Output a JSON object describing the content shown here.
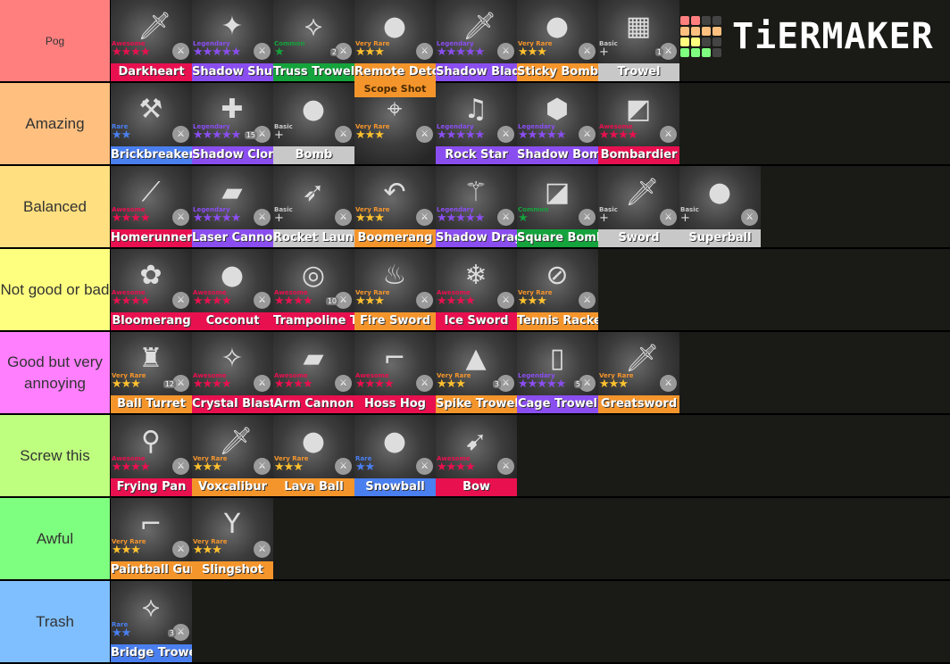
{
  "logo": {
    "text": "TiERMAKER",
    "grid_colors": [
      "#ff7f7f",
      "#ff7f7f",
      "#444",
      "#444",
      "#ffbf7f",
      "#ffbf7f",
      "#ffbf7f",
      "#ffbf7f",
      "#ffff7f",
      "#ffff7f",
      "#444",
      "#444",
      "#7fff7f",
      "#7fff7f",
      "#7fff7f",
      "#444"
    ]
  },
  "rarities": {
    "Awesome": {
      "color": "#e8104f",
      "stars": 4,
      "star": "★"
    },
    "Legendary": {
      "color": "#8a4ef0",
      "stars": 5,
      "star": "★"
    },
    "Very Rare": {
      "color": "#f4952c",
      "stars": 3,
      "star": "★"
    },
    "Rare": {
      "color": "#4a7ff0",
      "stars": 2,
      "star": "★"
    },
    "Common": {
      "color": "#14a33c",
      "stars": 1,
      "star": "★"
    },
    "Basic": {
      "color": "#c8c8c8",
      "stars": 1,
      "star": "+"
    }
  },
  "tiers": [
    {
      "label": "Pog",
      "color": "#ff7f7f",
      "items": [
        {
          "name": "Darkheart",
          "rarity": "Awesome",
          "icon": "sword-icon"
        },
        {
          "name": "Shadow Shuriken",
          "rarity": "Legendary",
          "icon": "shuriken-icon"
        },
        {
          "name": "Truss Trowel",
          "rarity": "Common",
          "icon": "trowel-icon",
          "count": "2"
        },
        {
          "name": "Remote Detonator",
          "rarity": "Very Rare",
          "icon": "bomb-icon",
          "sub": "Scope Shot"
        },
        {
          "name": "Shadow Blade",
          "rarity": "Legendary",
          "icon": "sword-icon"
        },
        {
          "name": "Sticky Bomb",
          "rarity": "Very Rare",
          "icon": "bomb-icon"
        },
        {
          "name": "Trowel",
          "rarity": "Basic",
          "icon": "wall-icon",
          "count": "1"
        }
      ]
    },
    {
      "label": "Amazing",
      "color": "#ffbf7f",
      "items": [
        {
          "name": "Brickbreaker",
          "rarity": "Rare",
          "icon": "hammer-icon"
        },
        {
          "name": "Shadow Clone",
          "rarity": "Legendary",
          "icon": "clone-icon",
          "count": "15"
        },
        {
          "name": "Bomb",
          "rarity": "Basic",
          "icon": "bomb-icon"
        },
        {
          "name": "",
          "rarity": "Very Rare",
          "icon": "scope-gun-icon"
        },
        {
          "name": "Rock Star",
          "rarity": "Legendary",
          "icon": "guitar-icon"
        },
        {
          "name": "Shadow Bomb",
          "rarity": "Legendary",
          "icon": "lantern-icon"
        },
        {
          "name": "Bombardier",
          "rarity": "Awesome",
          "icon": "launcher-icon"
        }
      ]
    },
    {
      "label": "Balanced",
      "color": "#ffdf7f",
      "items": [
        {
          "name": "Homerunner",
          "rarity": "Awesome",
          "icon": "bat-icon"
        },
        {
          "name": "Laser Cannon",
          "rarity": "Legendary",
          "icon": "cannon-icon"
        },
        {
          "name": "Rocket Launcher",
          "rarity": "Basic",
          "icon": "rocket-icon"
        },
        {
          "name": "Boomerang",
          "rarity": "Very Rare",
          "icon": "boomerang-icon"
        },
        {
          "name": "Shadow Dragon",
          "rarity": "Legendary",
          "icon": "dragon-icon"
        },
        {
          "name": "Square Bomb",
          "rarity": "Common",
          "icon": "square-bomb-icon"
        },
        {
          "name": "Sword",
          "rarity": "Basic",
          "icon": "sword-icon"
        },
        {
          "name": "Superball",
          "rarity": "Basic",
          "icon": "ball-icon"
        }
      ]
    },
    {
      "label": "Not good or bad",
      "color": "#ffff7f",
      "items": [
        {
          "name": "Bloomerang",
          "rarity": "Awesome",
          "icon": "flower-icon"
        },
        {
          "name": "Coconut",
          "rarity": "Awesome",
          "icon": "coconut-icon"
        },
        {
          "name": "Trampoline Trowel",
          "rarity": "Awesome",
          "icon": "trampoline-icon",
          "count": "10"
        },
        {
          "name": "Fire Sword",
          "rarity": "Very Rare",
          "icon": "fire-sword-icon"
        },
        {
          "name": "Ice Sword",
          "rarity": "Awesome",
          "icon": "ice-sword-icon"
        },
        {
          "name": "Tennis Racket",
          "rarity": "Very Rare",
          "icon": "racket-icon"
        }
      ]
    },
    {
      "label": "Good but very annoying",
      "color": "#ff7fff",
      "items": [
        {
          "name": "Ball Turret",
          "rarity": "Very Rare",
          "icon": "turret-icon",
          "count": "12"
        },
        {
          "name": "Crystal Blaster",
          "rarity": "Awesome",
          "icon": "blaster-icon"
        },
        {
          "name": "Arm Cannon",
          "rarity": "Awesome",
          "icon": "cannon-icon"
        },
        {
          "name": "Hoss Hog",
          "rarity": "Awesome",
          "icon": "gun-icon"
        },
        {
          "name": "Spike Trowel",
          "rarity": "Very Rare",
          "icon": "spike-icon",
          "count": "3"
        },
        {
          "name": "Cage Trowel",
          "rarity": "Legendary",
          "icon": "cage-icon",
          "count": "5"
        },
        {
          "name": "Greatsword",
          "rarity": "Very Rare",
          "icon": "sword-icon"
        }
      ]
    },
    {
      "label": "Screw this",
      "color": "#bfff7f",
      "items": [
        {
          "name": "Frying Pan",
          "rarity": "Awesome",
          "icon": "pan-icon"
        },
        {
          "name": "Voxcalibur",
          "rarity": "Very Rare",
          "icon": "sword-icon"
        },
        {
          "name": "Lava Ball",
          "rarity": "Very Rare",
          "icon": "lava-ball-icon"
        },
        {
          "name": "Snowball",
          "rarity": "Rare",
          "icon": "snowball-icon"
        },
        {
          "name": "Bow",
          "rarity": "Awesome",
          "icon": "bow-icon"
        }
      ]
    },
    {
      "label": "Awful",
      "color": "#7fff7f",
      "items": [
        {
          "name": "Paintball Gun",
          "rarity": "Very Rare",
          "icon": "gun-icon"
        },
        {
          "name": "Slingshot",
          "rarity": "Very Rare",
          "icon": "slingshot-icon"
        }
      ]
    },
    {
      "label": "Trash",
      "color": "#7fbfff",
      "items": [
        {
          "name": "Bridge Trowel",
          "rarity": "Rare",
          "icon": "trowel-icon",
          "count": "3"
        }
      ]
    }
  ]
}
